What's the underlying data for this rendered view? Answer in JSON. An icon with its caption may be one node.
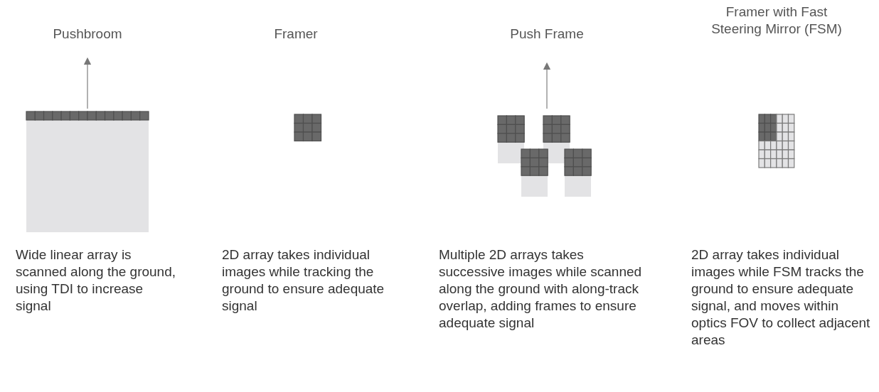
{
  "diagram": {
    "labels": [
      "Pushbroom",
      "Framer",
      "Push Frame",
      "Framer with Fast Steering Mirror (FSM)",
      "Wide linear array is scanned along the ground, using TDI to increase signal",
      "2D array takes individual images while tracking the ground to ensure adequate signal",
      "Multiple 2D arrays takes successive images while scanned along the ground with along-track overlap, adding frames to ensure adequate signal",
      "2D array takes individual images while FSM tracks the ground to ensure adequate signal, and moves within optics FOV to collect adjacent areas"
    ]
  }
}
